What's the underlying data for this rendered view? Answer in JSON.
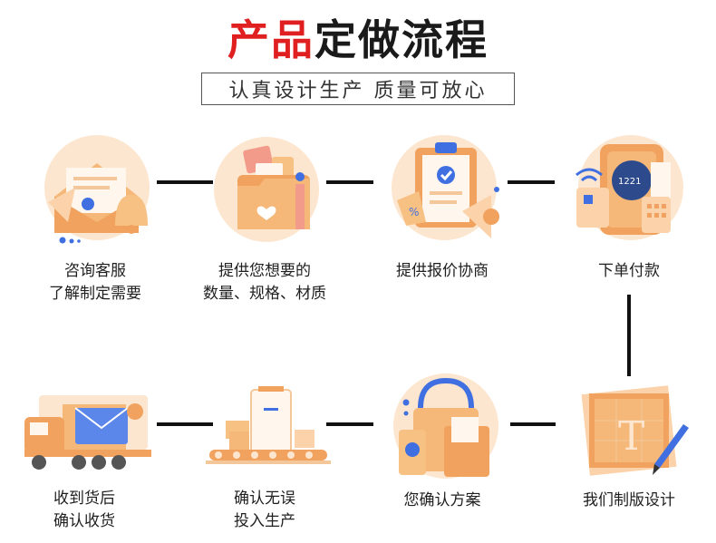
{
  "title": {
    "accent": "产品",
    "rest": "定做流程"
  },
  "subtitle": "认真设计生产  质量可放心",
  "steps": [
    {
      "line1": "咨询客服",
      "line2": "了解制定需要",
      "icon": "envelope-bell-icon"
    },
    {
      "line1": "提供您想要的",
      "line2": "数量、规格、材质",
      "icon": "folder-documents-icon"
    },
    {
      "line1": "提供报价协商",
      "line2": "",
      "icon": "clipboard-megaphone-icon"
    },
    {
      "line1": "下单付款",
      "line2": "",
      "icon": "payment-terminal-icon"
    },
    {
      "line1": "我们制版设计",
      "line2": "",
      "icon": "design-pen-icon"
    },
    {
      "line1": "您确认方案",
      "line2": "",
      "icon": "shopping-bag-icon"
    },
    {
      "line1": "确认无误",
      "line2": "投入生产",
      "icon": "conveyor-production-icon"
    },
    {
      "line1": "收到货后",
      "line2": "确认收货",
      "icon": "delivery-truck-icon"
    }
  ],
  "colors": {
    "accent": "#e02020",
    "icon_orange": "#f0a25e",
    "icon_light": "#fde6cf",
    "icon_blue": "#3f6fe0",
    "connector": "#111111"
  }
}
